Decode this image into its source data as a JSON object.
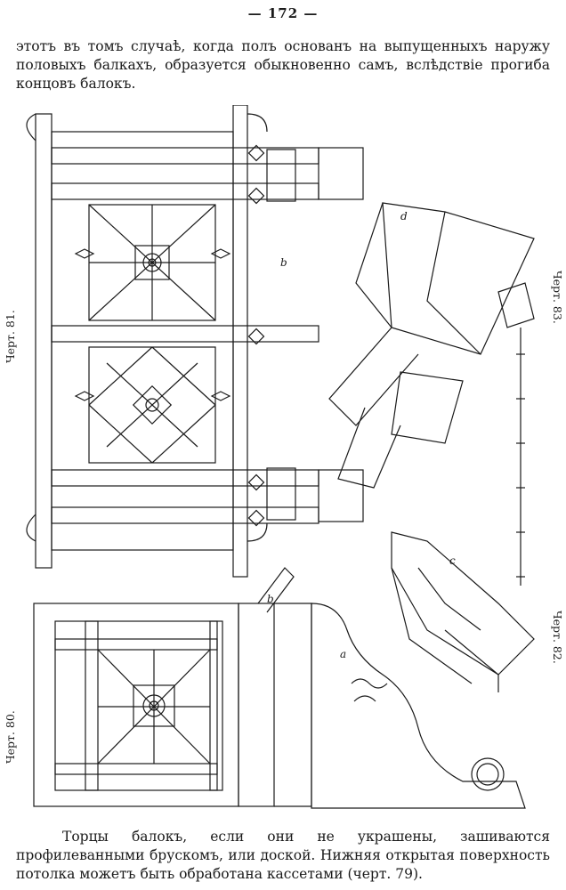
{
  "page": {
    "number": "— 172 —"
  },
  "text_top": "этотъ въ томъ случаѣ, когда полъ основанъ на выпущенныхъ наружу половыхъ балкахъ, образуется обыкновенно самъ, вслѣдствіе прогиба концовъ балокъ.",
  "text_bottom": "Торцы балокъ, если они не украшены, зашиваются профилеванными брускомъ, или доской. Нижняя открытая поверхность потолка можетъ быть обработана кассетами (черт. 79).",
  "figures": {
    "fig81": "Черт. 81.",
    "fig80": "Черт. 80.",
    "fig83": "Черт. 83.",
    "fig82": "Черт. 82."
  },
  "letters": {
    "b1": "b",
    "b2": "b",
    "d": "d",
    "a": "a",
    "c": "c"
  },
  "colors": {
    "ink": "#1a1a1a",
    "paper": "#ffffff"
  }
}
